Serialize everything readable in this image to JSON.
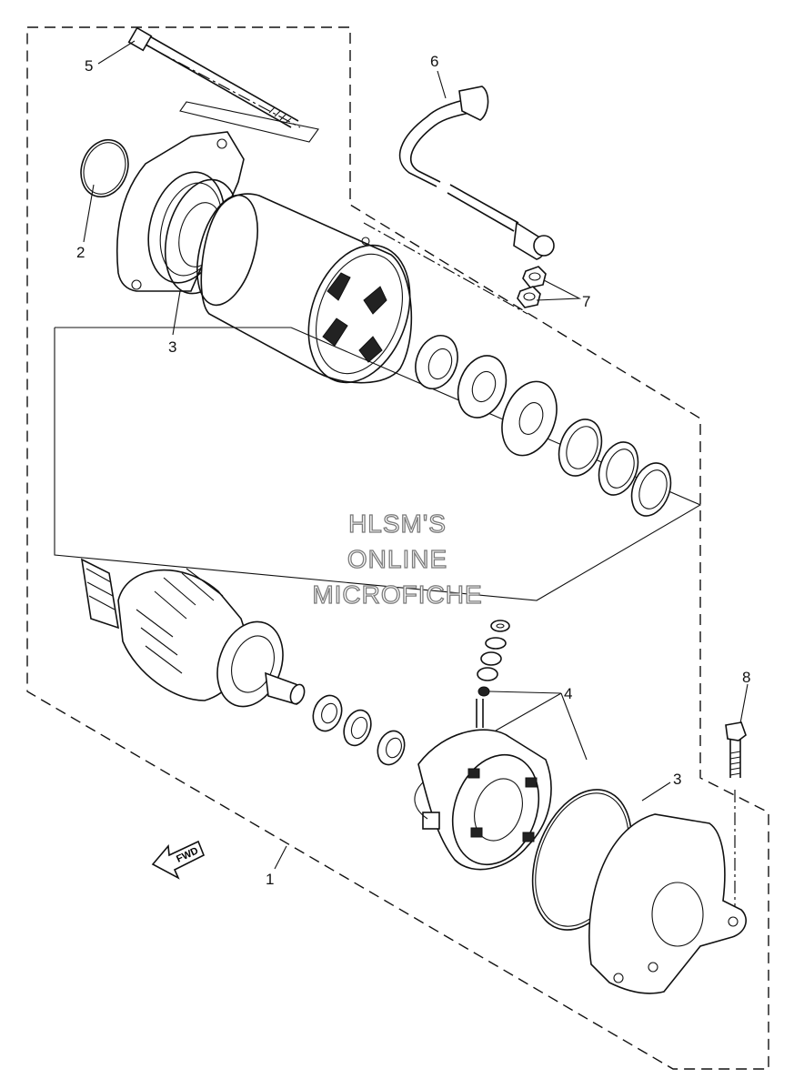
{
  "callouts": {
    "c1": "1",
    "c2": "2",
    "c3a": "3",
    "c3b": "3",
    "c4": "4",
    "c5": "5",
    "c6": "6",
    "c7": "7",
    "c8": "8"
  },
  "fwd_label": "FWD",
  "watermark": {
    "line1": "HLSM'S",
    "line2": "ONLINE",
    "line3": "MICROFICHE"
  }
}
